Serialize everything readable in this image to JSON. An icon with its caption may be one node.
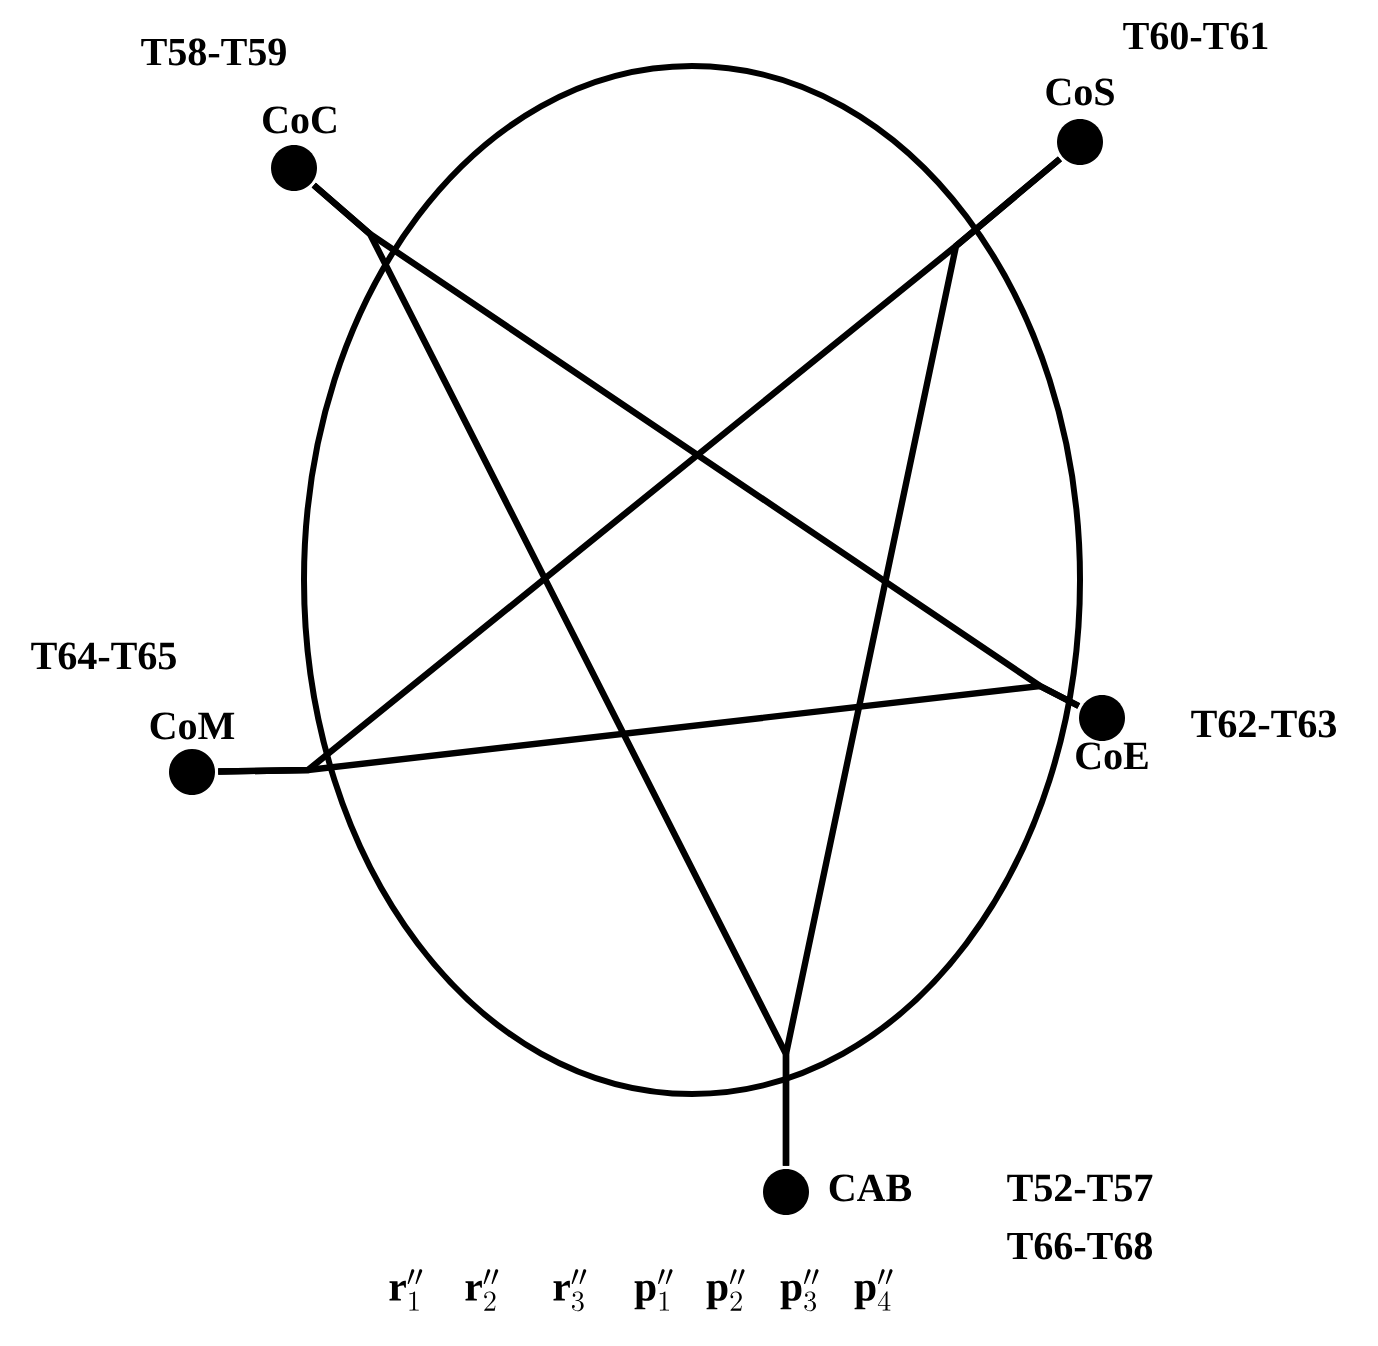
{
  "diagram": {
    "nodes": [
      {
        "text": [
          "CoC"
        ],
        "beside": [
          "T58-T59"
        ]
      },
      {
        "text": [
          "CoS"
        ],
        "beside": [
          "T60-T61"
        ]
      },
      {
        "text": [
          "CoM"
        ],
        "beside": [
          "T64-T65"
        ]
      },
      {
        "text": [
          "CoE"
        ],
        "beside": [
          "T62-T63"
        ]
      },
      {
        "text": [
          "CAB"
        ],
        "beside": [
          "T52-T57",
          "T66-T68"
        ]
      }
    ],
    "edges": [
      {
        "from": 0,
        "to": 3,
        "arrow": "none"
      },
      {
        "from": 0,
        "to": 4,
        "arrow": "none"
      },
      {
        "from": 4,
        "to": 1,
        "arrow": "none"
      },
      {
        "from": 1,
        "to": 2,
        "arrow": "none"
      },
      {
        "from": 2,
        "to": 3,
        "arrow": "none"
      }
    ],
    "labels": [
      "\\mathbf{r}''_1",
      "\\mathbf{r}''_2",
      "\\mathbf{r}''_3",
      "\\mathbf{p}''_1",
      "\\mathbf{p}''_2",
      "\\mathbf{p}''_3",
      "\\mathbf{p}''_4"
    ]
  }
}
